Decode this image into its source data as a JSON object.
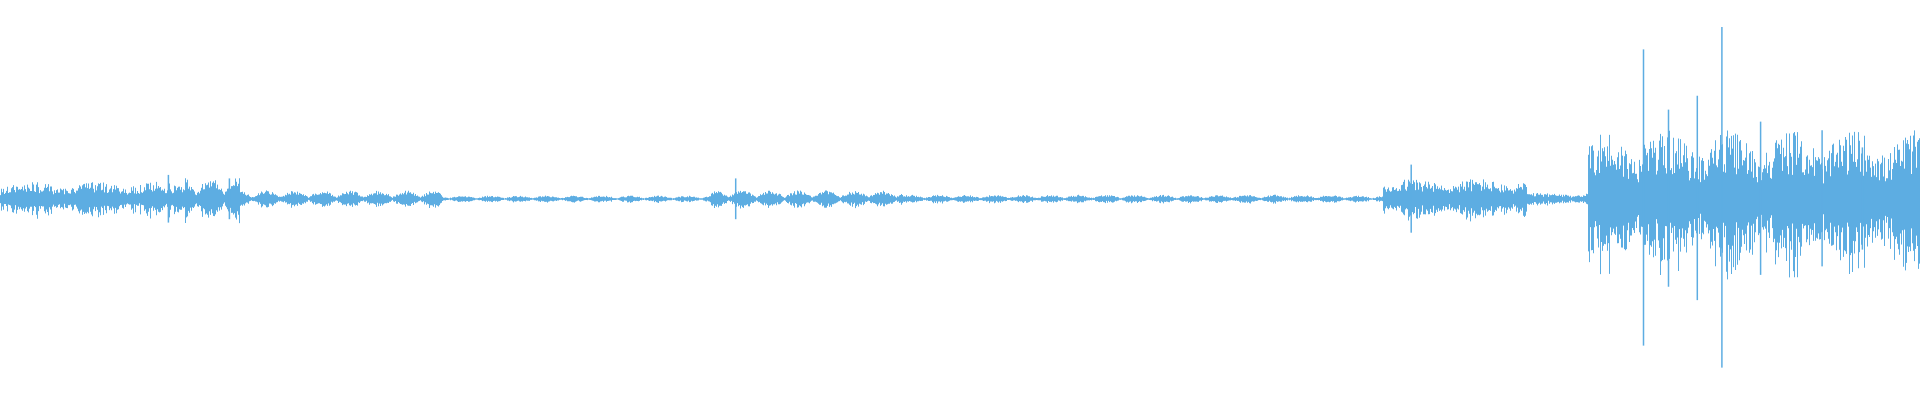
{
  "waveform": {
    "color": "#5dade2",
    "background": "#ffffff",
    "note_amplitudes_are_normalized_peak_levels_0_to_1": null,
    "segments": [
      {
        "start": 0.0,
        "end": 0.096,
        "level": 0.1,
        "texture": "dense"
      },
      {
        "start": 0.096,
        "end": 0.125,
        "level": 0.13,
        "texture": "bursts"
      },
      {
        "start": 0.125,
        "end": 0.23,
        "level": 0.05,
        "texture": "bursts"
      },
      {
        "start": 0.23,
        "end": 0.37,
        "level": 0.02,
        "texture": "bursts"
      },
      {
        "start": 0.37,
        "end": 0.47,
        "level": 0.05,
        "texture": "bursts"
      },
      {
        "start": 0.47,
        "end": 0.7,
        "level": 0.025,
        "texture": "bursts"
      },
      {
        "start": 0.7,
        "end": 0.72,
        "level": 0.02,
        "texture": "bursts"
      },
      {
        "start": 0.72,
        "end": 0.745,
        "level": 0.12,
        "texture": "dense"
      },
      {
        "start": 0.745,
        "end": 0.795,
        "level": 0.12,
        "texture": "dense"
      },
      {
        "start": 0.795,
        "end": 0.827,
        "level": 0.035,
        "texture": "dense"
      },
      {
        "start": 0.827,
        "end": 1.0,
        "level": 0.4,
        "texture": "dense"
      }
    ],
    "spikes": [
      {
        "pos": 0.0877,
        "level": 0.14
      },
      {
        "pos": 0.1195,
        "level": 0.12
      },
      {
        "pos": 0.3832,
        "level": 0.12
      },
      {
        "pos": 0.735,
        "level": 0.2
      },
      {
        "pos": 0.856,
        "level": 0.87
      },
      {
        "pos": 0.8968,
        "level": 1.0
      },
      {
        "pos": 0.884,
        "level": 0.6
      },
      {
        "pos": 0.869,
        "level": 0.52
      },
      {
        "pos": 0.917,
        "level": 0.45
      },
      {
        "pos": 0.949,
        "level": 0.4
      },
      {
        "pos": 0.97,
        "level": 0.3
      }
    ]
  }
}
